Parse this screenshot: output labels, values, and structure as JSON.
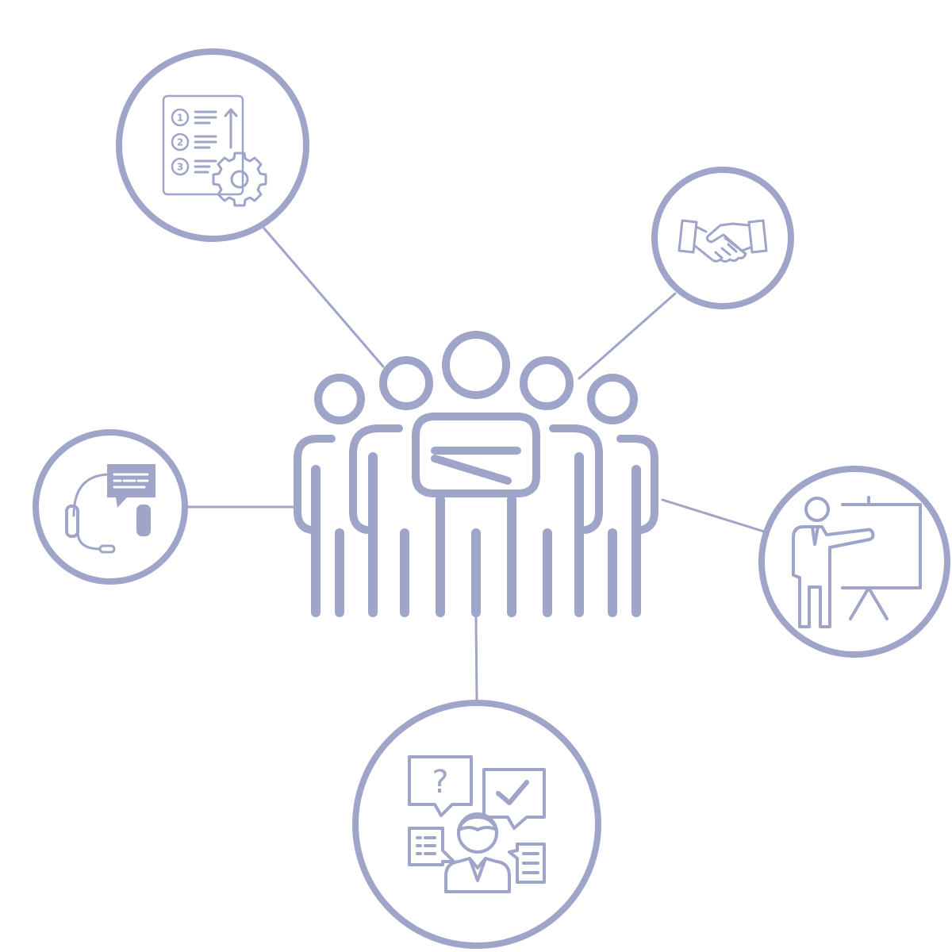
{
  "diagram": {
    "accent_color": "#9ea5c8",
    "background_color": "#ffffff",
    "center_icon": "team-group-icon",
    "nodes": [
      {
        "icon": "numbered-process-gear-icon",
        "labels": [
          "1",
          "2",
          "3"
        ]
      },
      {
        "icon": "handshake-icon"
      },
      {
        "icon": "presentation-board-icon"
      },
      {
        "icon": "consultation-chat-icon",
        "labels": [
          "?"
        ]
      },
      {
        "icon": "headset-support-icon"
      }
    ]
  }
}
